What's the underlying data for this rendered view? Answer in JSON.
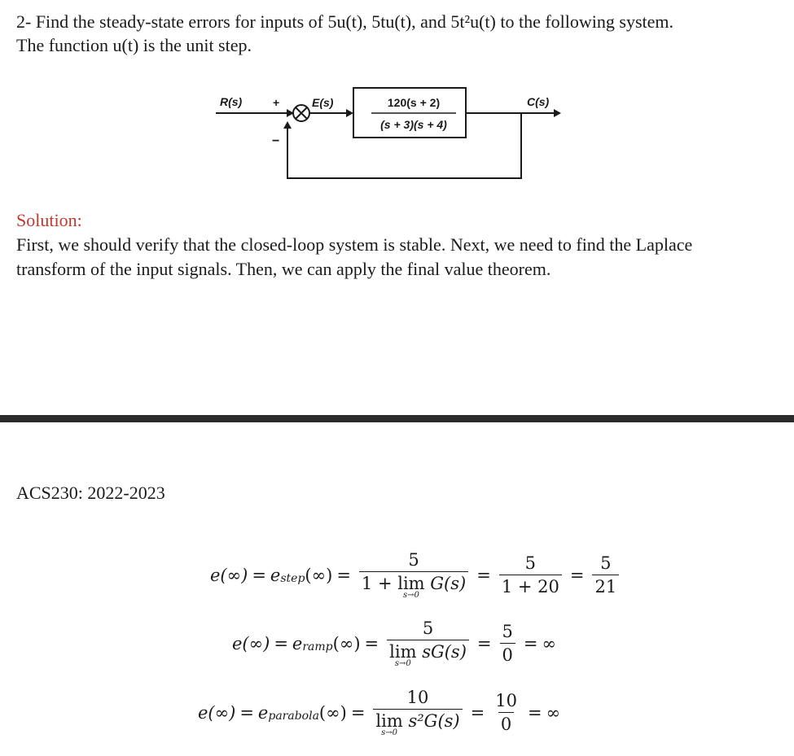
{
  "problem": {
    "line1": "2- Find the steady-state errors for inputs of 5u(t), 5tu(t), and 5t²u(t) to the following system.",
    "line2": "The function u(t) is the unit step."
  },
  "diagram": {
    "input": "R(s)",
    "plus": "+",
    "minus": "−",
    "error": "E(s)",
    "tf_num": "120(s + 2)",
    "tf_den": "(s + 3)(s + 4)",
    "output": "C(s)"
  },
  "solution": {
    "heading": "Solution:",
    "line1": "First, we should verify that the closed-loop system is stable. Next, we need to find the Laplace",
    "line2": "transform of the input signals. Then, we can apply the final value theorem."
  },
  "footer": "ACS230: 2022-2023",
  "equations": {
    "e_lhs": "e(∞)",
    "eq": "=",
    "e_prefix": "e",
    "arg": "(∞)",
    "inf": "∞",
    "lim": "lim",
    "lim_sub": "s→0",
    "step": {
      "sub": "step",
      "num": "5",
      "den_pre": "1 + ",
      "den_post": "G(s)",
      "n2": "5",
      "d2": "1 + 20",
      "n3": "5",
      "d3": "21"
    },
    "ramp": {
      "sub": "ramp",
      "num": "5",
      "den_post": "sG(s)",
      "n2": "5",
      "d2": "0"
    },
    "parabola": {
      "sub": "parabola",
      "num": "10",
      "den_post": "s²G(s)",
      "n2": "10",
      "d2": "0"
    }
  }
}
